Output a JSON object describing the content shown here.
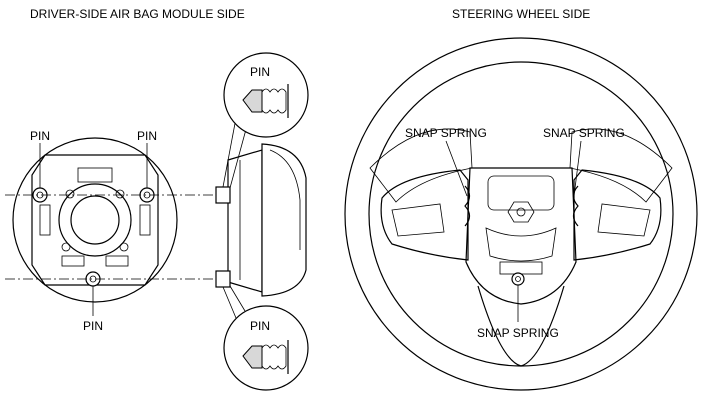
{
  "labels": {
    "left_heading": "DRIVER-SIDE AIR BAG MODULE SIDE",
    "right_heading": "STEERING WHEEL SIDE",
    "pin": "PIN",
    "snap_spring": "SNAP SPRING"
  }
}
